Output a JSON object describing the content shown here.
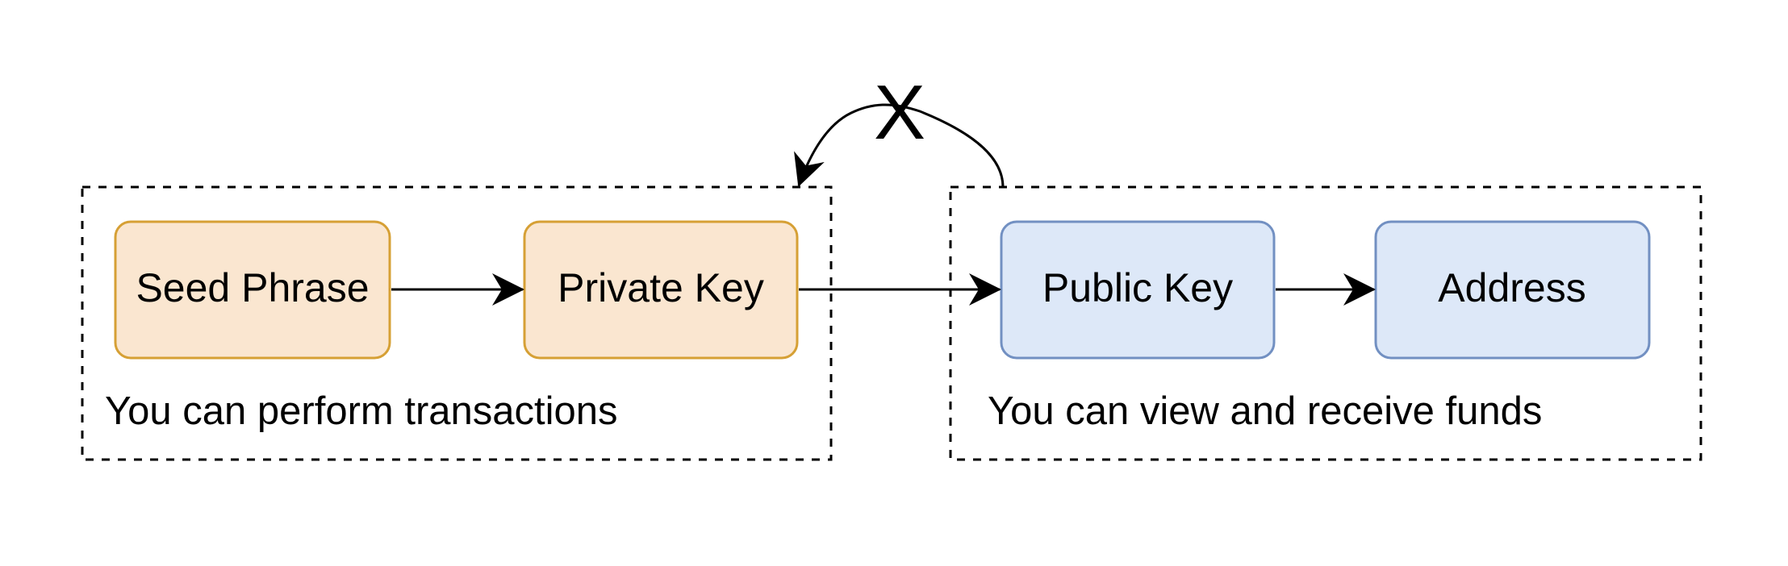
{
  "colors": {
    "secret_fill": "#fae6d0",
    "secret_stroke": "#d6a035",
    "public_fill": "#dde8f8",
    "public_stroke": "#7290c2",
    "line": "#000000"
  },
  "groups": {
    "secret": {
      "caption": "You can perform transactions"
    },
    "public": {
      "caption": "You can view and receive funds"
    }
  },
  "nodes": {
    "seed_phrase": {
      "label": "Seed Phrase"
    },
    "private_key": {
      "label": "Private Key"
    },
    "public_key": {
      "label": "Public Key"
    },
    "address": {
      "label": "Address"
    }
  },
  "edges": [
    {
      "from": "Seed Phrase",
      "to": "Private Key"
    },
    {
      "from": "Private Key",
      "to": "Public Key"
    },
    {
      "from": "Public Key",
      "to": "Address"
    }
  ],
  "blocked_derivation": {
    "from": "public keys group",
    "to": "private keys group",
    "mark": "X"
  }
}
